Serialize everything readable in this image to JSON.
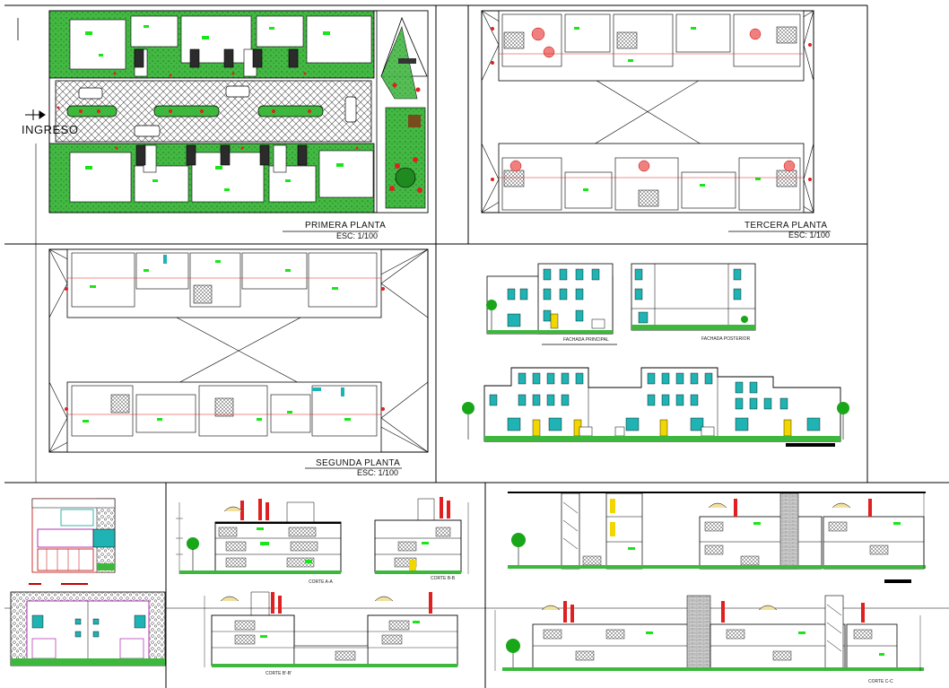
{
  "labels": {
    "entrance": "INGRESO",
    "first_floor": "PRIMERA PLANTA",
    "third_floor": "TERCERA PLANTA",
    "second_floor": "SEGUNDA PLANTA",
    "scale": "ESC: 1/100",
    "front_facade": "FACHADA PRINCIPAL",
    "rear_facade": "FACHADA POSTERIOR",
    "section_a": "CORTE A-A",
    "section_b": "CORTE B-B",
    "section_c": "CORTE B'-B'",
    "section_d": "CORTE C-C"
  },
  "colors": {
    "line": "#000000",
    "grass": "#3db83d",
    "grass_dark": "#1f7a1f",
    "flower": "#e02020",
    "furniture_green": "#19e619",
    "glass": "#1fb3b3",
    "door_yellow": "#f2d600",
    "wall_red": "#d01010",
    "brick": "#9a9a9a"
  }
}
